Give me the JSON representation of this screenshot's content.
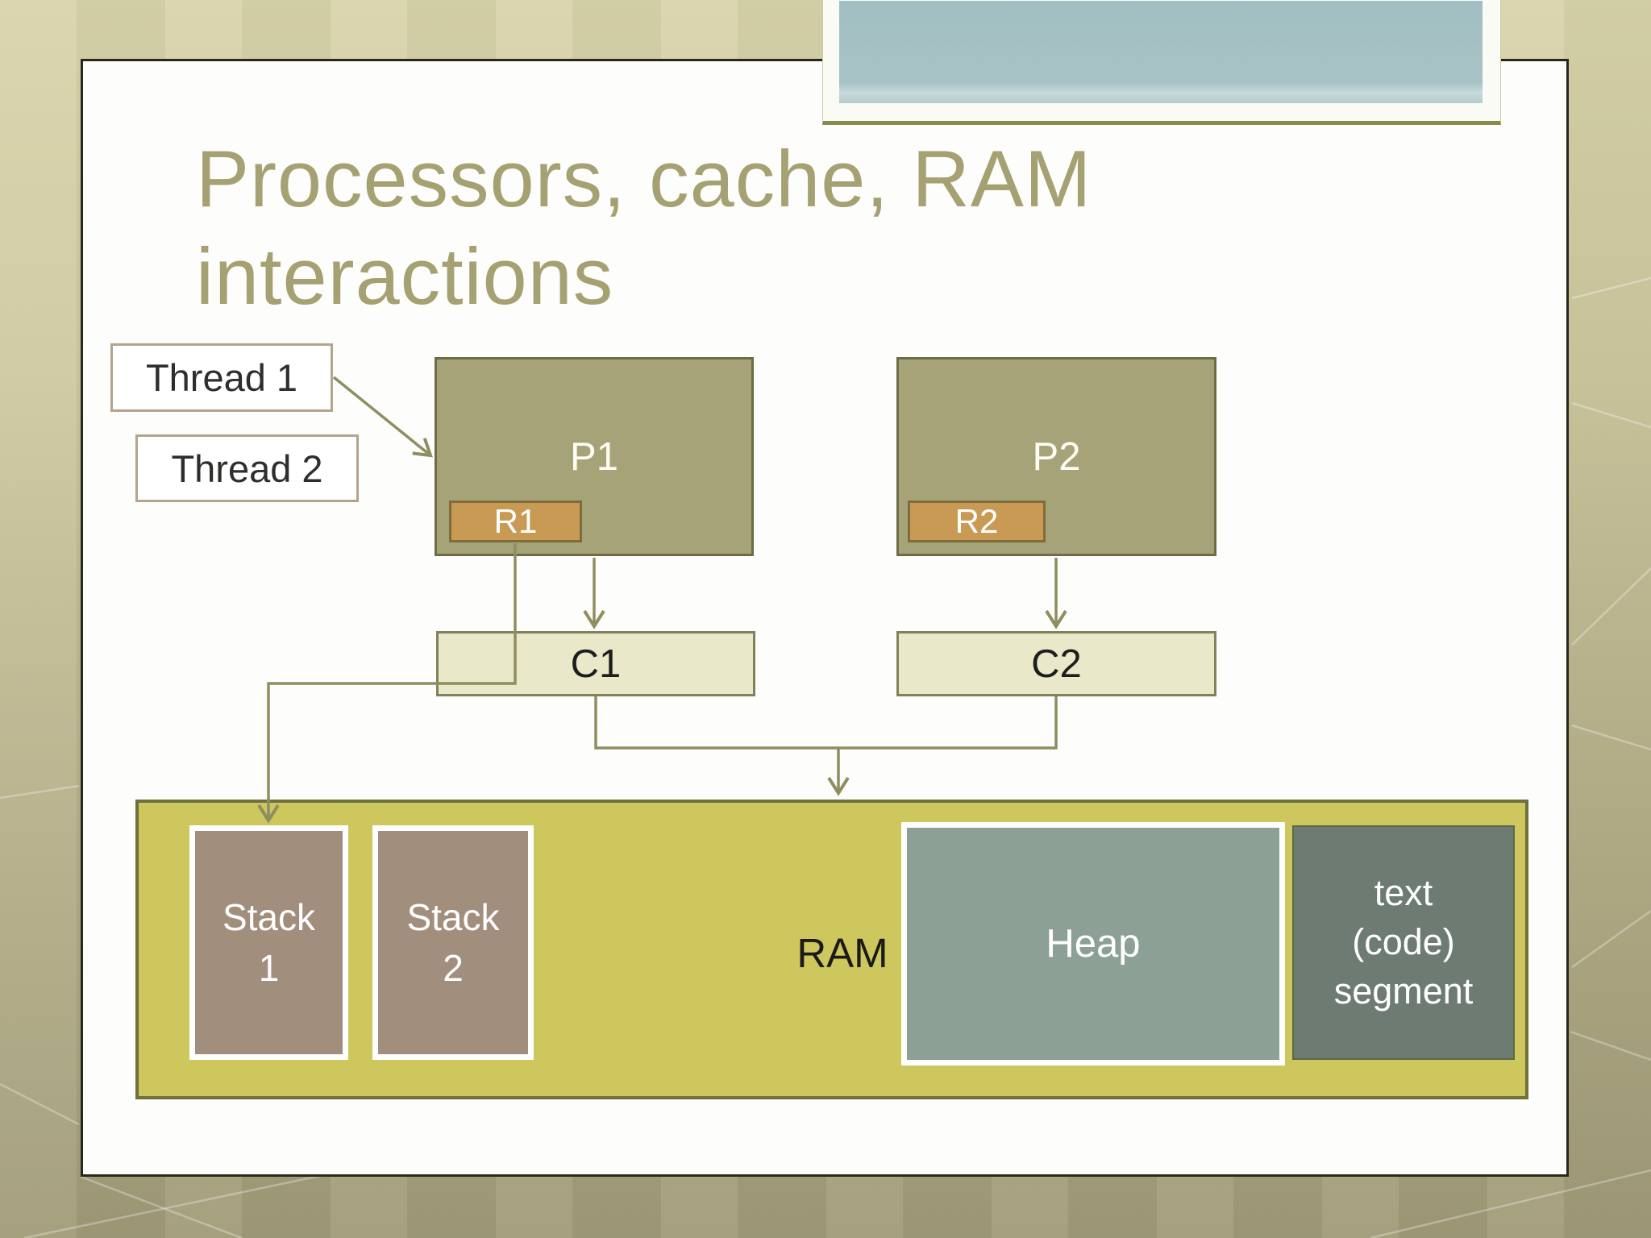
{
  "slide": {
    "title": "Processors, cache, RAM\ninteractions"
  },
  "threads": [
    {
      "label": "Thread 1"
    },
    {
      "label": "Thread 2"
    }
  ],
  "processors": [
    {
      "label": "P1",
      "register": {
        "label": "R1"
      },
      "cache": {
        "label": "C1"
      }
    },
    {
      "label": "P2",
      "register": {
        "label": "R2"
      },
      "cache": {
        "label": "C2"
      }
    }
  ],
  "memory": {
    "label": "RAM",
    "regions": [
      {
        "label": "Stack\n1"
      },
      {
        "label": "Stack\n2"
      },
      {
        "label": "Heap"
      },
      {
        "label": "text\n(code)\nsegment"
      }
    ]
  },
  "colors": {
    "background_top": "#d9d4ab",
    "background_bottom": "#a19b78",
    "slide_bg": "#fdfdfb",
    "slide_border": "#29291b",
    "title_text": "#a5a172",
    "accent_blue": "#a4c0c4",
    "accent_underline": "#8b8b4d",
    "processor_fill": "#a7a378",
    "processor_border": "#6c6c47",
    "register_fill": "#c99a53",
    "register_border": "#7e6c3c",
    "cache_fill": "#e9e8c8",
    "cache_border": "#82825a",
    "ram_fill": "#cdc75e",
    "ram_border": "#70703c",
    "stack_fill": "#a28e7d",
    "heap_fill": "#8da096",
    "text_segment_fill": "#6e7b72",
    "thread_box_border": "#b3a48e",
    "connector": "#8e8e60"
  }
}
